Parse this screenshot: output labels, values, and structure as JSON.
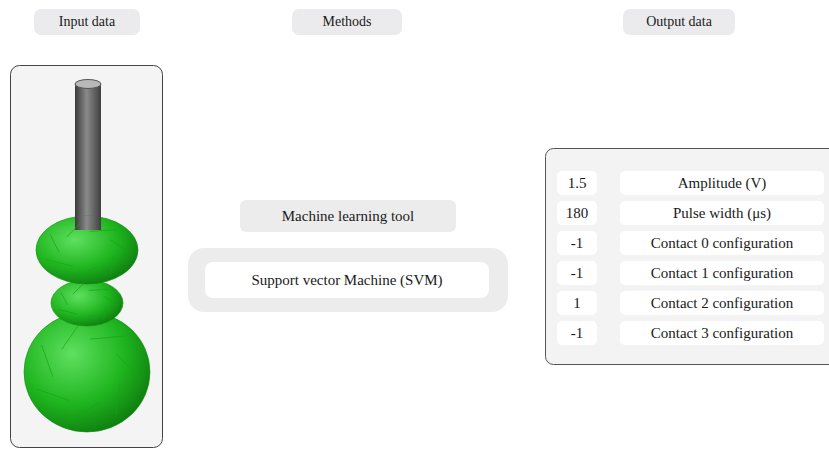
{
  "diagram": {
    "nodes": [
      {
        "text": [
          "Input data"
        ]
      },
      {
        "text": [
          "Methods"
        ]
      },
      {
        "text": [
          "Output data"
        ]
      },
      {
        "text": [
          "Machine learning tool"
        ]
      },
      {
        "text": [
          "Support vector Machine  (SVM)"
        ]
      },
      {
        "text": [
          "1.5"
        ]
      },
      {
        "text": [
          "Amplitude (V)"
        ]
      },
      {
        "text": [
          "180"
        ]
      },
      {
        "text": [
          "Pulse width  (μs)"
        ]
      },
      {
        "text": [
          "-1"
        ]
      },
      {
        "text": [
          "Contact 0 configuration"
        ]
      },
      {
        "text": [
          "-1"
        ]
      },
      {
        "text": [
          "Contact 1 configuration"
        ]
      },
      {
        "text": [
          "1"
        ]
      },
      {
        "text": [
          "Contact 2 configuration"
        ]
      },
      {
        "text": [
          "-1"
        ]
      },
      {
        "text": [
          "Contact 3 configuration"
        ]
      }
    ]
  }
}
